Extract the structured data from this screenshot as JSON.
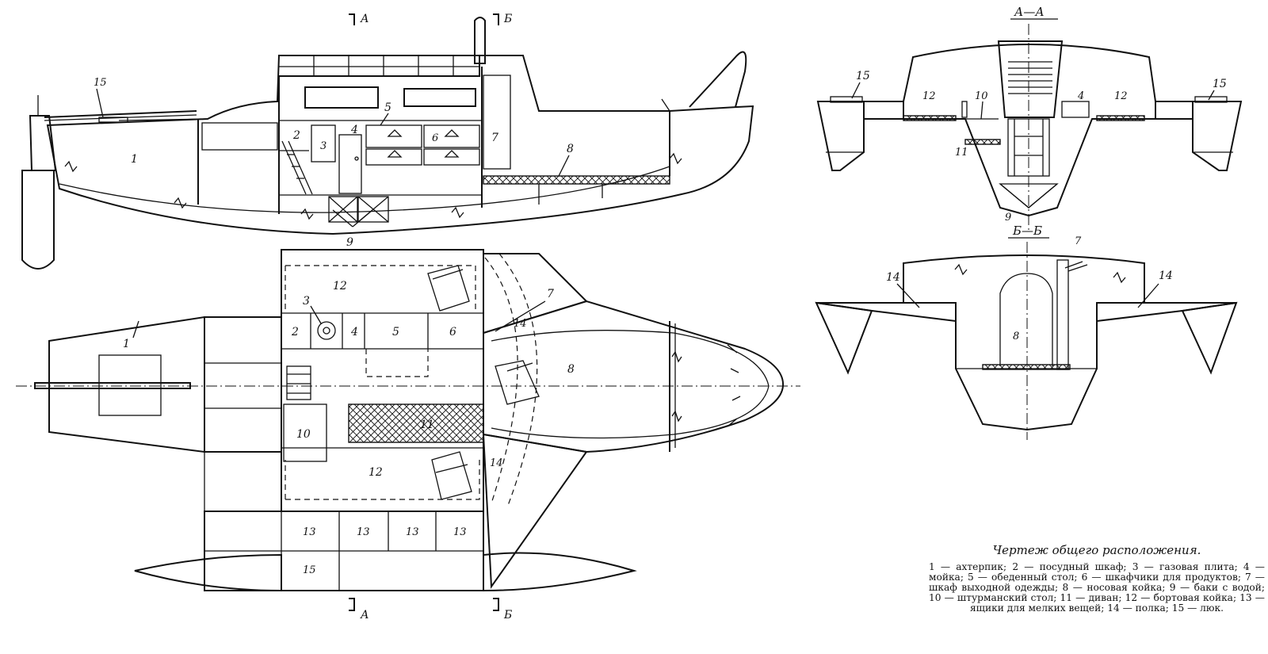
{
  "caption": {
    "title": "Чертеж общего расположения.",
    "legend": "1 — ахтерпик; 2 — посудный шкаф; 3 — газовая плита; 4 — мойка; 5 — обеденный стол; 6 — шкафчики для продуктов; 7 — шкаф выходной одежды; 8 — носовая койка; 9 — баки с водой; 10 — штурманский стол; 11 — диван; 12 — бортовая койка; 13 — ящики для мелких вещей; 14 — полка; 15 — люк."
  },
  "section_marks": {
    "a": "А",
    "b": "Б",
    "aa_title": "А—А",
    "bb_title": "Б—Б"
  },
  "callouts": {
    "n1": "1",
    "n2": "2",
    "n3": "3",
    "n4": "4",
    "n5": "5",
    "n6": "6",
    "n7": "7",
    "n8": "8",
    "n9": "9",
    "n10": "10",
    "n11": "11",
    "n12": "12",
    "n13": "13",
    "n14": "14",
    "n15": "15"
  }
}
